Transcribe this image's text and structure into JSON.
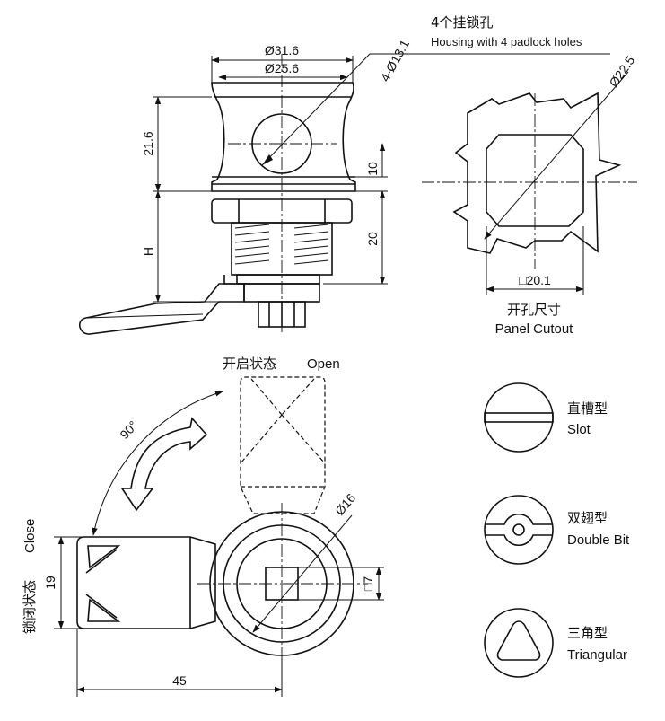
{
  "housing_callout": {
    "zh": "4个挂锁孔",
    "en": "Housing with 4 padlock holes",
    "hole_dim": "4-Ø13.1"
  },
  "dims": {
    "d_outer": "Ø31.6",
    "d_inner": "Ø25.6",
    "height_head": "21.6",
    "h_ten": "10",
    "h_twenty": "20",
    "h_var": "H",
    "cutout_dia": "Ø22.5",
    "cutout_square": "□20.1",
    "d_sixteen": "Ø16",
    "square_seven": "□7",
    "width_nineteen": "19",
    "length_fortyfive": "45",
    "angle": "90°"
  },
  "panel_cutout": {
    "zh": "开孔尺寸",
    "en": "Panel Cutout"
  },
  "state_open": {
    "zh": "开启状态",
    "en": "Open"
  },
  "state_close": {
    "zh": "锁闭状态",
    "en": "Close"
  },
  "legend": [
    {
      "zh": "直槽型",
      "en": "Slot",
      "icon": "slot-icon"
    },
    {
      "zh": "双翅型",
      "en": "Double Bit",
      "icon": "double-bit-icon"
    },
    {
      "zh": "三角型",
      "en": "Triangular",
      "icon": "triangular-icon"
    }
  ]
}
